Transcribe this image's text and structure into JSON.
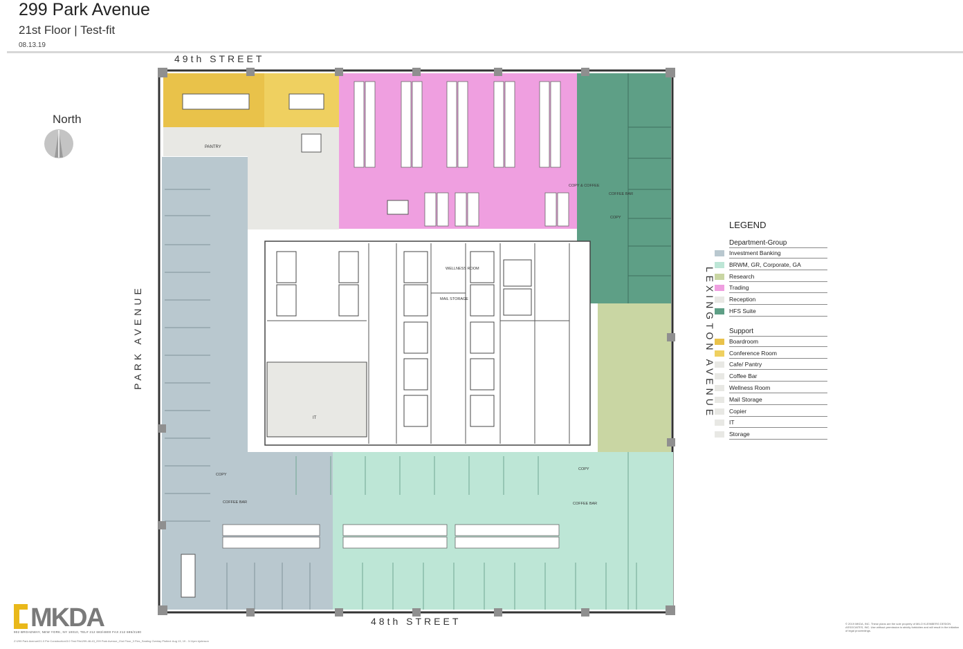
{
  "header": {
    "title": "299 Park Avenue",
    "subtitle": "21st Floor | Test-fit",
    "date": "08.13.19"
  },
  "streets": {
    "north": "49th STREET",
    "south": "48th STREET",
    "west": "PARK AVENUE",
    "east": "LEXINGTON AVENUE"
  },
  "compass": {
    "label": "North"
  },
  "rooms": {
    "pantry": "PANTRY",
    "copy_coffee": "COPY & COFFEE",
    "coffee_bar": "COFFEE BAR",
    "copy": "COPY",
    "wellness_room": "WELLNESS ROOM",
    "mail_storage": "MAIL STORAGE",
    "it": "IT"
  },
  "legend": {
    "title": "LEGEND",
    "groups": [
      {
        "name": "Department-Group",
        "items": [
          {
            "label": "Investment Banking",
            "color": "#b9c8cf"
          },
          {
            "label": "BRWM, GR, Corporate, GA",
            "color": "#bde6d6"
          },
          {
            "label": "Research",
            "color": "#c9d6a3"
          },
          {
            "label": "Trading",
            "color": "#ef9fe0"
          },
          {
            "label": "Reception",
            "color": "#e8e8e4"
          },
          {
            "label": "HFS Suite",
            "color": "#5e9f86"
          }
        ]
      },
      {
        "name": "Support",
        "items": [
          {
            "label": "Boardroom",
            "color": "#e9c24a"
          },
          {
            "label": "Conference Room",
            "color": "#efd060"
          },
          {
            "label": "Cafe/ Pantry",
            "color": "#e8e8e4"
          },
          {
            "label": "Coffee Bar",
            "color": "#e8e8e4"
          },
          {
            "label": "Wellness Room",
            "color": "#e8e8e4"
          },
          {
            "label": "Mail Storage",
            "color": "#e8e8e4"
          },
          {
            "label": "Copier",
            "color": "#e8e8e4"
          },
          {
            "label": "IT",
            "color": "#e8e8e4"
          },
          {
            "label": "Storage",
            "color": "#e8e8e4"
          }
        ]
      }
    ]
  },
  "footer": {
    "logo": "MKDA",
    "address": "902 BROADWAY, NEW YORK, NY 10010, TEL# 212 683/4800 FAX 212 685/2180",
    "path": "Z:\\299 Park Avenue\\21.0 Pre Construction\\3.0 Test Fits\\299-48-43_299 Park Avenue_21st Floor_3 Flex_Seating Overlay  Plotted: Aug 13, 19 - 3:11pm kjohnson",
    "copyright": "© 2019 MKDA, INC. These plans are the sole property of MILO KLEINBERG DESIGN ASSOCIATES, INC. Use without permission is strictly forbidden and will result in the initiation of legal proceedings."
  }
}
